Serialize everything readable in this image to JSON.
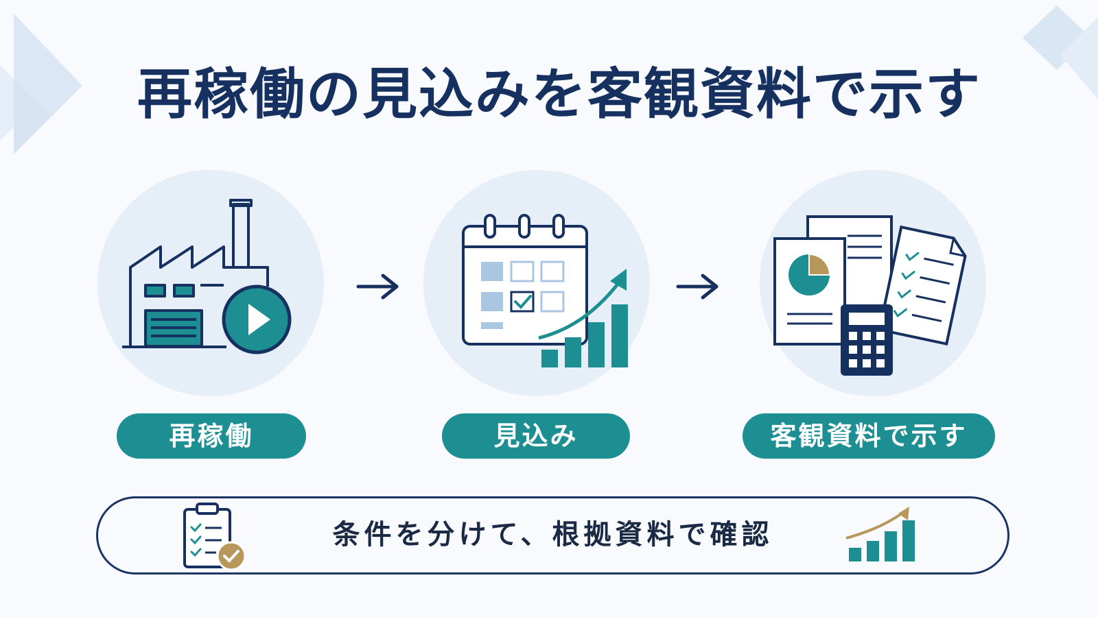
{
  "title": "再稼働の見込みを客観資料で示す",
  "steps": [
    {
      "label": "再稼働",
      "icon": "factory-play-icon"
    },
    {
      "label": "見込み",
      "icon": "calendar-growth-icon"
    },
    {
      "label": "客観資料で示す",
      "icon": "documents-calculator-icon"
    }
  ],
  "summary": {
    "text": "条件を分けて、根拠資料で確認",
    "left_icon": "clipboard-check-icon",
    "right_icon": "bar-chart-growth-icon"
  },
  "colors": {
    "navy": "#16305f",
    "teal": "#1d8f93",
    "gold": "#b8975a",
    "light_blue": "#e6eef8",
    "accent_blue": "#a9c6e3"
  }
}
